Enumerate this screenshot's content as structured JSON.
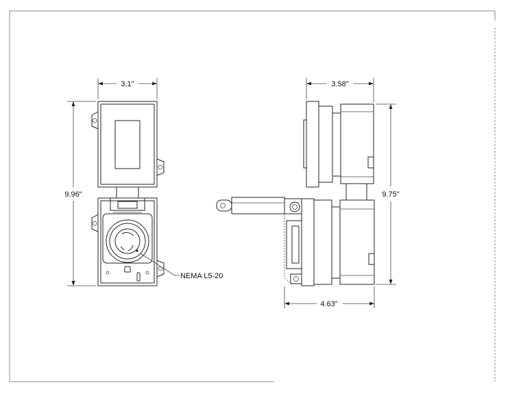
{
  "dimensions": {
    "front_width": "3.1\"",
    "front_height": "9.96\"",
    "side_width_top": "3.58\"",
    "side_height": "9.75\"",
    "side_width_bottom": "4.63\""
  },
  "callouts": {
    "receptacle": "NEMA L5-20"
  }
}
